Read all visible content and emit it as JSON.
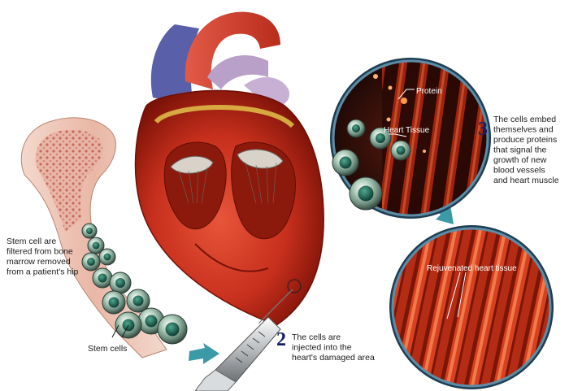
{
  "steps": [
    {
      "number": "",
      "text_lines": [
        "Stem cell are",
        "filtered from bone",
        "marrow removed",
        "from a patient's hip"
      ]
    },
    {
      "number": "2",
      "text_lines": [
        "The cells are",
        "injected into the",
        "heart's damaged area"
      ]
    },
    {
      "number": "3",
      "text_lines": [
        "The cells embed",
        "themselves and",
        "produce proteins",
        "that signal the",
        "growth of new",
        "blood vessels",
        "and heart muscle"
      ]
    }
  ],
  "labels": {
    "stem_cells": "Stem cells",
    "protein": "Protein",
    "heart_tissue": "Heart Tissue",
    "rejuvenated": "Rejuvenated heart tissue"
  },
  "colors": {
    "arrow": "#3c9aa6",
    "number": "#17206b",
    "tissue": "#c8321a"
  },
  "icons": [
    "bone-illustration",
    "heart-illustration",
    "syringe-illustration",
    "stem-cell-icon",
    "flow-arrow-icon",
    "magnified-circle"
  ]
}
